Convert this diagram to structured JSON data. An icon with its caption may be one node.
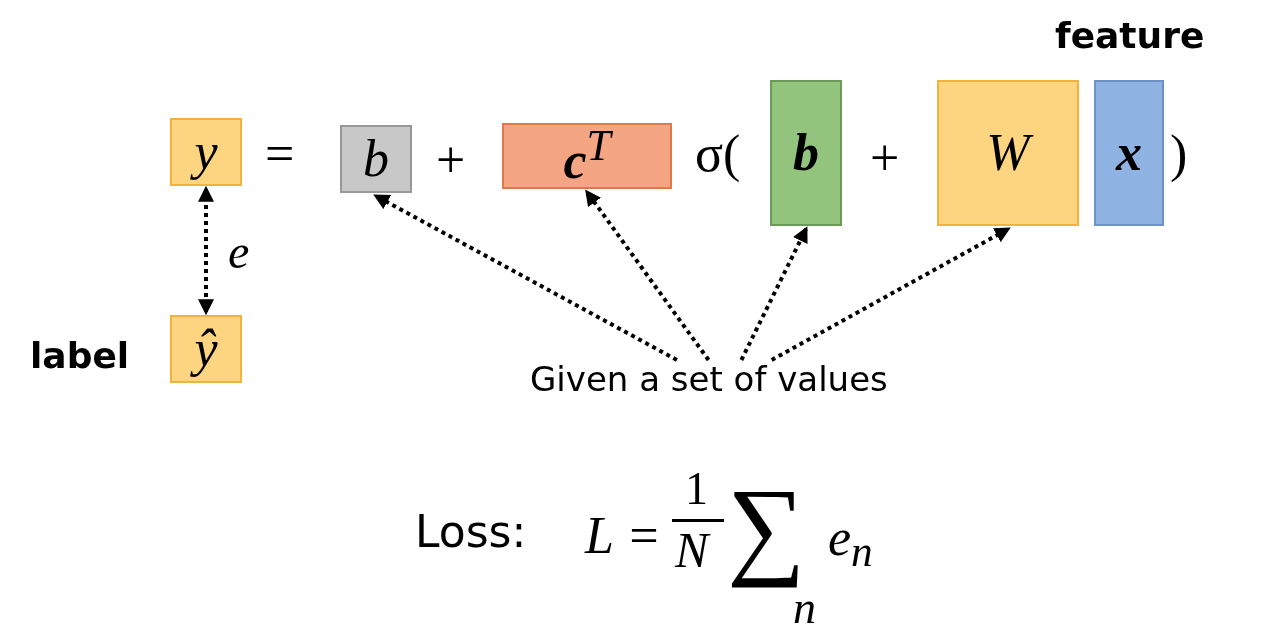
{
  "diagram": {
    "nodes": [
      {
        "text": [
          "y"
        ]
      },
      {
        "text": [
          "b"
        ]
      },
      {
        "text": [
          "**c**$^{T}$"
        ]
      },
      {
        "text": [
          "b"
        ]
      },
      {
        "text": [
          "W"
        ]
      },
      {
        "text": [
          "x"
        ],
        "beside": [
          "feature"
        ]
      },
      {
        "text": [
          "ŷ"
        ],
        "beside": [
          "label"
        ]
      },
      {
        "text": [
          "Given a set of values"
        ]
      }
    ],
    "edges": [
      {
        "from": 0,
        "to": 6,
        "arrow": "both",
        "style": "dashed",
        "label": "e"
      },
      {
        "from": 7,
        "to": 1,
        "arrow": "to",
        "style": "dashed"
      },
      {
        "from": 7,
        "to": 2,
        "arrow": "to",
        "style": "dashed"
      },
      {
        "from": 7,
        "to": 3,
        "arrow": "to",
        "style": "dashed"
      },
      {
        "from": 7,
        "to": 4,
        "arrow": "to",
        "style": "dashed"
      }
    ],
    "labels": [
      "=",
      "+",
      "σ(",
      "+",
      ")",
      "Loss:",
      "L =",
      "1",
      "N",
      "∑",
      "n",
      "e$_{n}$"
    ]
  }
}
